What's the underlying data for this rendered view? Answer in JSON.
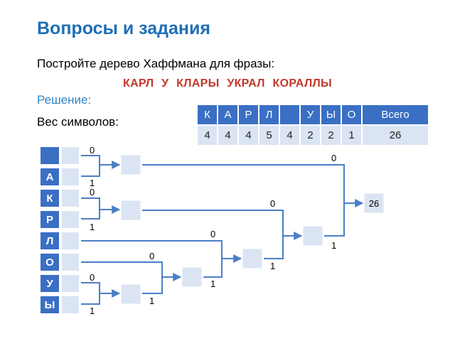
{
  "title": "Вопросы и задания",
  "task": "Постройте дерево Хаффмана для фразы:",
  "phrase": "КАРЛ  У  КЛАРЫ  УКРАЛ  КОРАЛЛЫ",
  "solution_label": "Решение:",
  "weights_label": "Вес символов:",
  "weights_table": {
    "symbols": [
      "К",
      "А",
      "Р",
      "Л",
      "",
      "У",
      "Ы",
      "О"
    ],
    "values": [
      "4",
      "4",
      "4",
      "5",
      "4",
      "2",
      "2",
      "1"
    ],
    "total_label": "Всего",
    "total_value": "26"
  },
  "tree": {
    "leaf_symbols": [
      "",
      "А",
      "К",
      "Р",
      "Л",
      "О",
      "У",
      "Ы"
    ],
    "root_value": "26",
    "edge_labels": {
      "zero": "0",
      "one": "1"
    }
  }
}
